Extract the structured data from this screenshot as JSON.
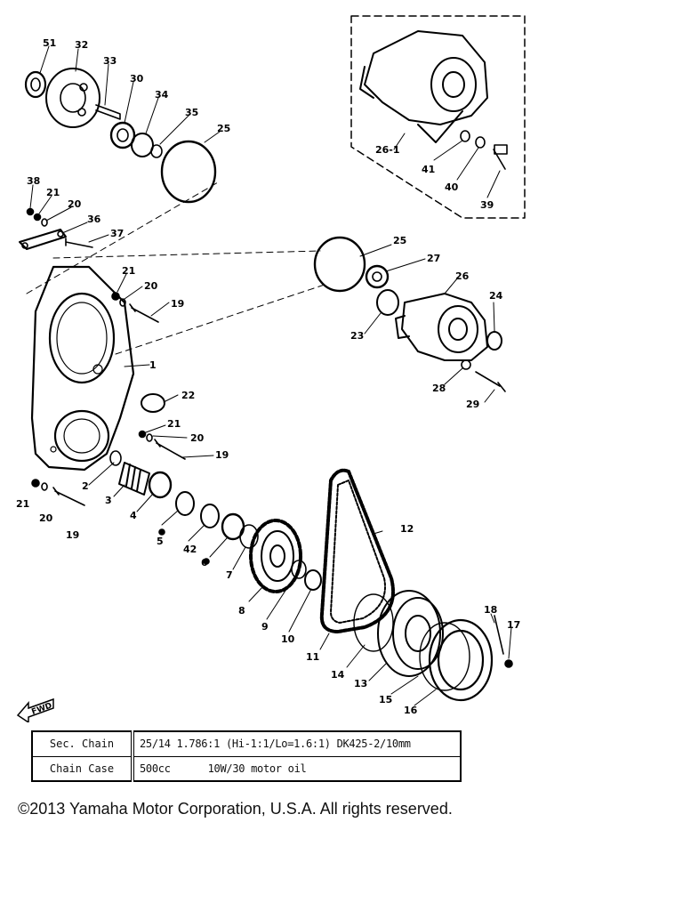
{
  "callouts": [
    {
      "id": "c51",
      "text": "51"
    },
    {
      "id": "c32",
      "text": "32"
    },
    {
      "id": "c33",
      "text": "33"
    },
    {
      "id": "c30",
      "text": "30"
    },
    {
      "id": "c34",
      "text": "34"
    },
    {
      "id": "c35",
      "text": "35"
    },
    {
      "id": "c25a",
      "text": "25"
    },
    {
      "id": "c38",
      "text": "38"
    },
    {
      "id": "c21a",
      "text": "21"
    },
    {
      "id": "c20a",
      "text": "20"
    },
    {
      "id": "c36",
      "text": "36"
    },
    {
      "id": "c37",
      "text": "37"
    },
    {
      "id": "c21b",
      "text": "21"
    },
    {
      "id": "c20b",
      "text": "20"
    },
    {
      "id": "c19a",
      "text": "19"
    },
    {
      "id": "c1",
      "text": "1"
    },
    {
      "id": "c22",
      "text": "22"
    },
    {
      "id": "c21c",
      "text": "21"
    },
    {
      "id": "c20c",
      "text": "20"
    },
    {
      "id": "c19b",
      "text": "19"
    },
    {
      "id": "c2",
      "text": "2"
    },
    {
      "id": "c3",
      "text": "3"
    },
    {
      "id": "c21d",
      "text": "21"
    },
    {
      "id": "c20d",
      "text": "20"
    },
    {
      "id": "c19c",
      "text": "19"
    },
    {
      "id": "c4",
      "text": "4"
    },
    {
      "id": "c5",
      "text": "5"
    },
    {
      "id": "c42",
      "text": "42"
    },
    {
      "id": "c6",
      "text": "6"
    },
    {
      "id": "c7",
      "text": "7"
    },
    {
      "id": "c8",
      "text": "8"
    },
    {
      "id": "c9",
      "text": "9"
    },
    {
      "id": "c10",
      "text": "10"
    },
    {
      "id": "c11",
      "text": "11"
    },
    {
      "id": "c12",
      "text": "12"
    },
    {
      "id": "c14",
      "text": "14"
    },
    {
      "id": "c13",
      "text": "13"
    },
    {
      "id": "c15",
      "text": "15"
    },
    {
      "id": "c16",
      "text": "16"
    },
    {
      "id": "c18",
      "text": "18"
    },
    {
      "id": "c17",
      "text": "17"
    },
    {
      "id": "c25b",
      "text": "25"
    },
    {
      "id": "c27",
      "text": "27"
    },
    {
      "id": "c26",
      "text": "26"
    },
    {
      "id": "c24",
      "text": "24"
    },
    {
      "id": "c23",
      "text": "23"
    },
    {
      "id": "c28",
      "text": "28"
    },
    {
      "id": "c29",
      "text": "29"
    },
    {
      "id": "c26_1",
      "text": "26-1"
    },
    {
      "id": "c41",
      "text": "41"
    },
    {
      "id": "c40",
      "text": "40"
    },
    {
      "id": "c39",
      "text": "39"
    }
  ],
  "fwd_label": "FWD",
  "spec_table": {
    "rows": [
      {
        "label": "Sec. Chain",
        "value": "25/14 1.786:1 (Hi-1:1/Lo=1.6:1) DK425-2/10mm"
      },
      {
        "label": "Chain Case",
        "value": "500cc",
        "value2": "10W/30 motor oil"
      }
    ]
  },
  "copyright": "©2013 Yamaha Motor Corporation, U.S.A. All rights reserved."
}
